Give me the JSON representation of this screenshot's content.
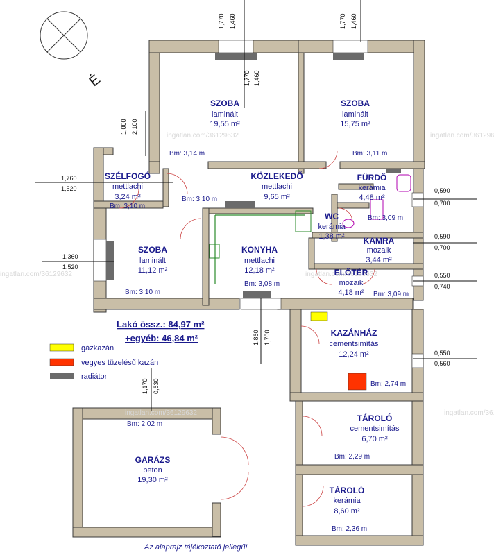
{
  "rooms": {
    "szoba1": {
      "name": "SZOBA",
      "floor": "laminált",
      "area": "19,55 m²",
      "bm": "Bm: 3,14 m"
    },
    "szoba2": {
      "name": "SZOBA",
      "floor": "laminált",
      "area": "15,75 m²",
      "bm": "Bm: 3,11 m"
    },
    "szelfogo": {
      "name": "SZÉLFOGÓ",
      "floor": "mettlachi",
      "area": "3,24 m²",
      "bm": "Bm: 3,10 m"
    },
    "kozlekedo": {
      "name": "KÖZLEKEDŐ",
      "floor": "mettlachi",
      "area": "9,65 m²",
      "bm": "Bm: 3,10 m"
    },
    "furdo": {
      "name": "FÜRDŐ",
      "floor": "kerámia",
      "area": "4,48 m²",
      "bm": "Bm: 3,09 m"
    },
    "wc": {
      "name": "WC",
      "floor": "kerámia",
      "area": "1,38 m²"
    },
    "kamra": {
      "name": "KAMRA",
      "floor": "mozaik",
      "area": "3,44 m²"
    },
    "szoba3": {
      "name": "SZOBA",
      "floor": "laminált",
      "area": "11,12 m²",
      "bm": "Bm: 3,10 m"
    },
    "konyha": {
      "name": "KONYHA",
      "floor": "mettlachi",
      "area": "12,18 m²",
      "bm": "Bm: 3,08 m"
    },
    "eloter": {
      "name": "ELŐTÉR",
      "floor": "mozaik",
      "area": "4,18 m²",
      "bm": "Bm: 3,09 m"
    },
    "kazanhaz": {
      "name": "KAZÁNHÁZ",
      "floor": "cementsimítás",
      "area": "12,24 m²",
      "bm": "Bm: 2,74 m"
    },
    "garazs": {
      "name": "GARÁZS",
      "floor": "beton",
      "area": "19,30 m²",
      "bm": "Bm: 2,02 m"
    },
    "tarolo1": {
      "name": "TÁROLÓ",
      "floor": "cementsimítás",
      "area": "6,70 m²",
      "bm": "Bm: 2,29 m"
    },
    "tarolo2": {
      "name": "TÁROLÓ",
      "floor": "kerámia",
      "area": "8,60 m²",
      "bm": "Bm: 2,36 m"
    }
  },
  "totals": {
    "lako": "Lakó össz.: 84,97 m²",
    "egyeb": "+egyéb: 46,84 m²"
  },
  "legend": {
    "items": [
      {
        "label": "gázkazán",
        "color": "#ffff00"
      },
      {
        "label": "vegyes tüzelésű kazán",
        "color": "#ff3300"
      },
      {
        "label": "radiátor",
        "color": "#6b6b6b"
      }
    ]
  },
  "dimensions": {
    "top1a": "1,770",
    "top1b": "1,460",
    "top2a": "1,770",
    "top2b": "1,460",
    "inner1a": "1,770",
    "inner1b": "1,460",
    "left1a": "1,000",
    "left1b": "2,100",
    "left2a": "1,760",
    "left2b": "1,520",
    "left3a": "1,360",
    "left3b": "1,520",
    "mid1a": "1,860",
    "mid1b": "1,700",
    "gar1a": "1,170",
    "gar1b": "0,630",
    "right1a": "0,590",
    "right1b": "0,700",
    "right2a": "0,590",
    "right2b": "0,700",
    "right3a": "0,550",
    "right3b": "0,740",
    "right4a": "0,550",
    "right4b": "0,560"
  },
  "watermark": "ingatlan.com/36129632",
  "note": "Az alaprajz tájékoztató jellegű!",
  "colors": {
    "text": "#1a1a8c",
    "wall": "#c9bea7",
    "radiator": "#6b6b6b"
  }
}
